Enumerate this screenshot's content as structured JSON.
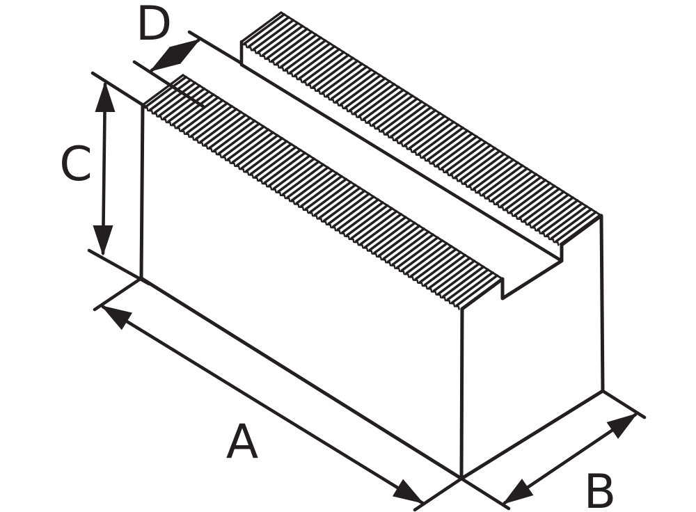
{
  "figure": {
    "background": "#ffffff",
    "ink": "#231f20",
    "labels": [
      {
        "id": "length",
        "text": "A"
      },
      {
        "id": "depth",
        "text": "B"
      },
      {
        "id": "height",
        "text": "C"
      },
      {
        "id": "strip_width",
        "text": "D"
      }
    ]
  }
}
